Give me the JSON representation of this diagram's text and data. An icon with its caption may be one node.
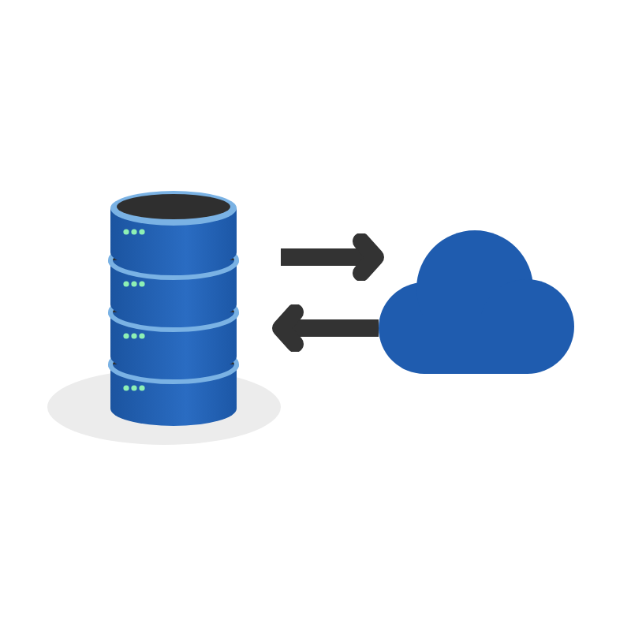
{
  "diagram": {
    "nodes": [
      {
        "text": [],
        "shape": "cylinder"
      },
      {
        "text": [],
        "shape": "cloud"
      }
    ],
    "edges": [
      {
        "from": 0,
        "to": 1,
        "arrow": "to"
      },
      {
        "from": 1,
        "to": 0,
        "arrow": "to"
      }
    ]
  }
}
